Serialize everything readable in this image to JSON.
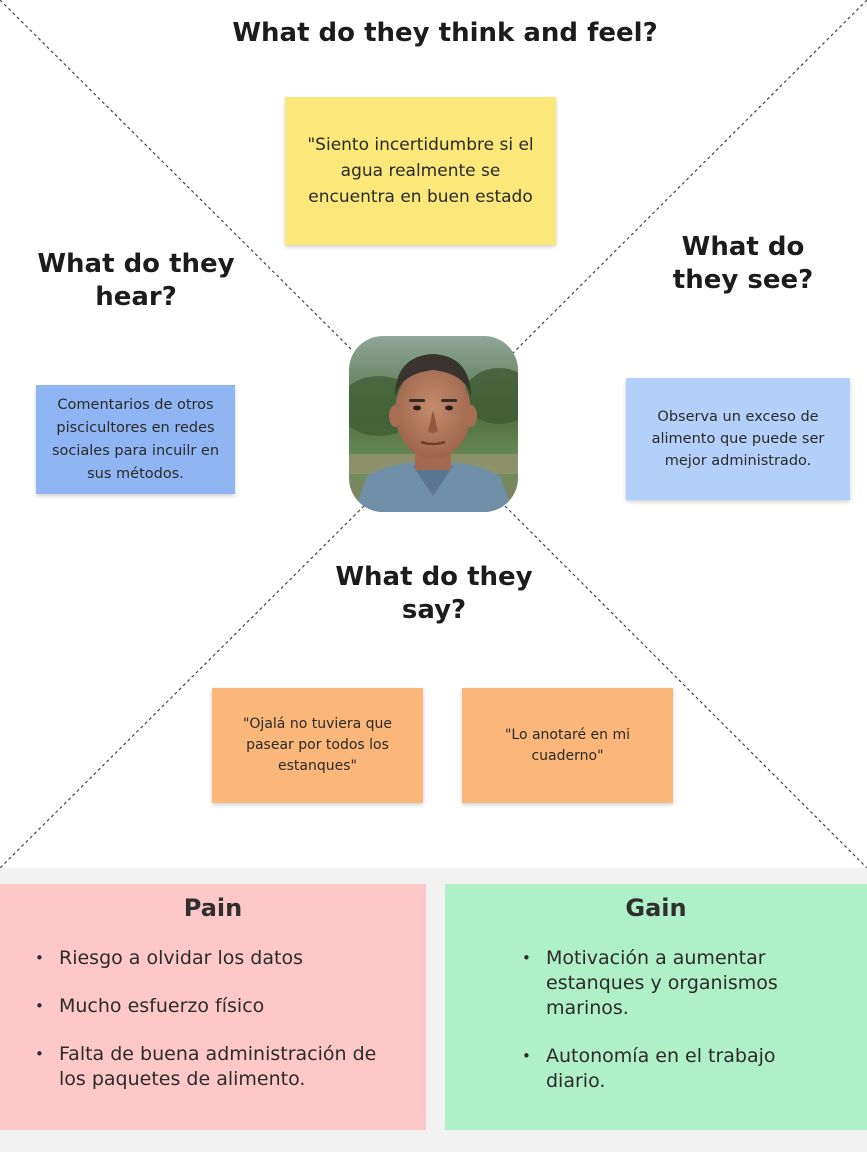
{
  "quadrants": {
    "think_feel": {
      "title": "What do they think and feel?"
    },
    "hear": {
      "title": "What do they\nhear?"
    },
    "see": {
      "title": "What do\nthey see?"
    },
    "say": {
      "title": "What do they\nsay?"
    }
  },
  "stickies": {
    "think_feel": "\"Siento incertidumbre si el agua realmente se encuentra en buen estado",
    "hear": "Comentarios de otros piscicultores en redes sociales para incuilr en sus métodos.",
    "see": "Observa un exceso de alimento que puede ser mejor administrado.",
    "say_1": "\"Ojalá no tuviera que pasear por todos los estanques\"",
    "say_2": "\"Lo anotaré en mi cuaderno\""
  },
  "colors": {
    "yellow": "#fbe77a",
    "blue_dark": "#8fb6f3",
    "blue_light": "#b3d0fa",
    "orange": "#fbb77a",
    "pain": "#ffc8c8",
    "gain": "#b0f0c8"
  },
  "pain": {
    "title": "Pain",
    "items": [
      "Riesgo a olvidar los datos",
      "Mucho esfuerzo físico",
      "Falta de buena administración de los paquetes de alimento."
    ]
  },
  "gain": {
    "title": "Gain",
    "items": [
      "Motivación a aumentar estanques y organismos marinos.",
      "Autonomía en el trabajo diario."
    ]
  },
  "avatar": {
    "icon": "persona-portrait"
  }
}
